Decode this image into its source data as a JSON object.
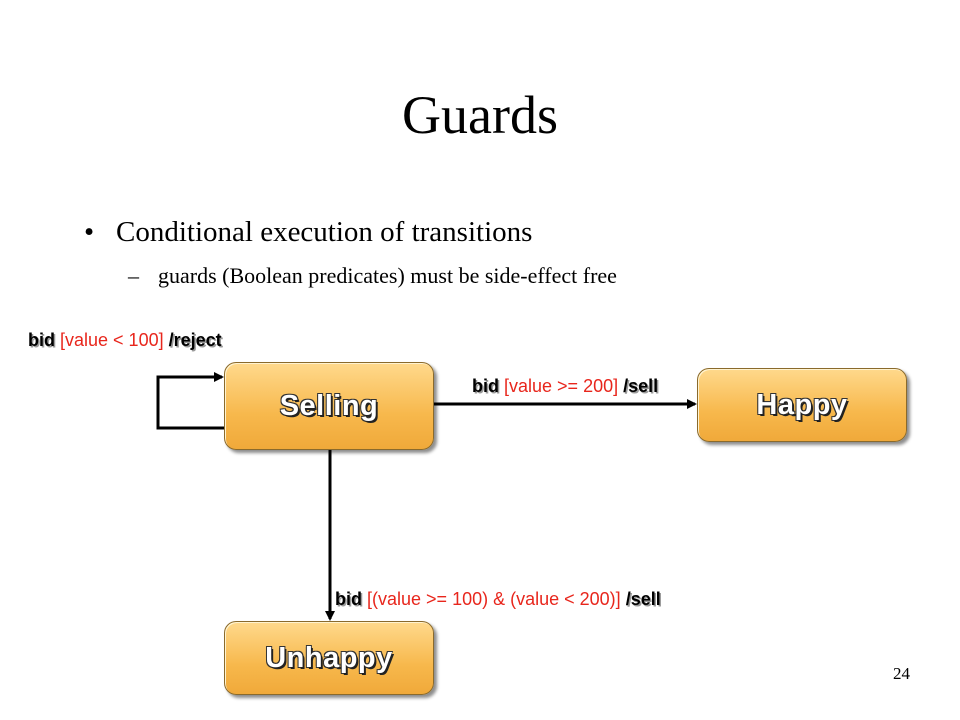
{
  "slide": {
    "title": "Guards",
    "bullet": "Conditional execution of transitions",
    "sub_bullet": "guards (Boolean predicates) must be side-effect free",
    "bullet_marker": "•",
    "sub_marker": "–",
    "page_number": "24"
  },
  "states": {
    "selling": "Selling",
    "happy": "Happy",
    "unhappy": "Unhappy"
  },
  "transitions": {
    "reject": {
      "event": "bid",
      "guard": "[value < 100]",
      "action": "/reject"
    },
    "to_happy": {
      "event": "bid",
      "guard": "[value >= 200]",
      "action": "/sell"
    },
    "to_unhappy": {
      "event": "bid",
      "guard": "[(value >= 100) & (value < 200)]",
      "action": "/sell"
    }
  },
  "colors": {
    "state_fill": "#f7b84c",
    "guard_text": "#e8261c",
    "arrow": "#000000"
  }
}
